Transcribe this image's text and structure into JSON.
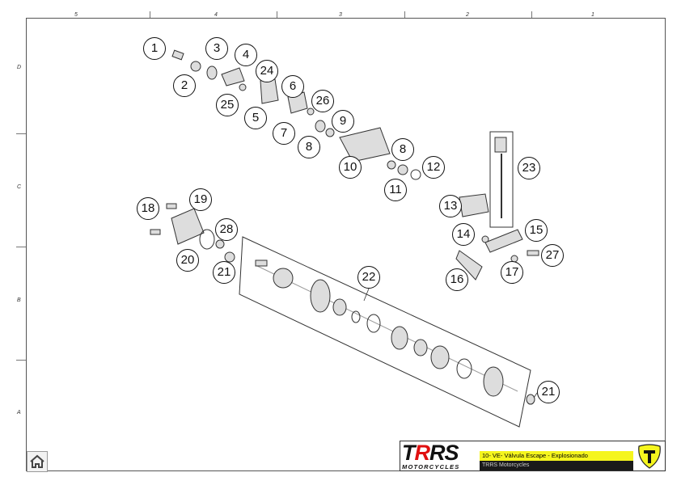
{
  "drawing": {
    "column_labels": [
      "5",
      "4",
      "3",
      "2",
      "1"
    ],
    "row_labels": [
      "D",
      "C",
      "B",
      "A"
    ],
    "callouts": [
      "1",
      "2",
      "3",
      "4",
      "5",
      "6",
      "7",
      "8",
      "8",
      "9",
      "10",
      "11",
      "12",
      "13",
      "14",
      "15",
      "16",
      "17",
      "18",
      "19",
      "20",
      "21",
      "21",
      "22",
      "23",
      "24",
      "25",
      "26",
      "27",
      "28"
    ]
  },
  "title_block": {
    "logo_text_a": "T",
    "logo_text_r": "R",
    "logo_text_rs": "RS",
    "logo_subtitle": "MOTORCYCLES",
    "title": "10- VE- Válvula Escape - Explosionado",
    "subtitle": "TRRS Motorcycles",
    "accent": "#f5f51e"
  },
  "home_icon": "home-icon"
}
